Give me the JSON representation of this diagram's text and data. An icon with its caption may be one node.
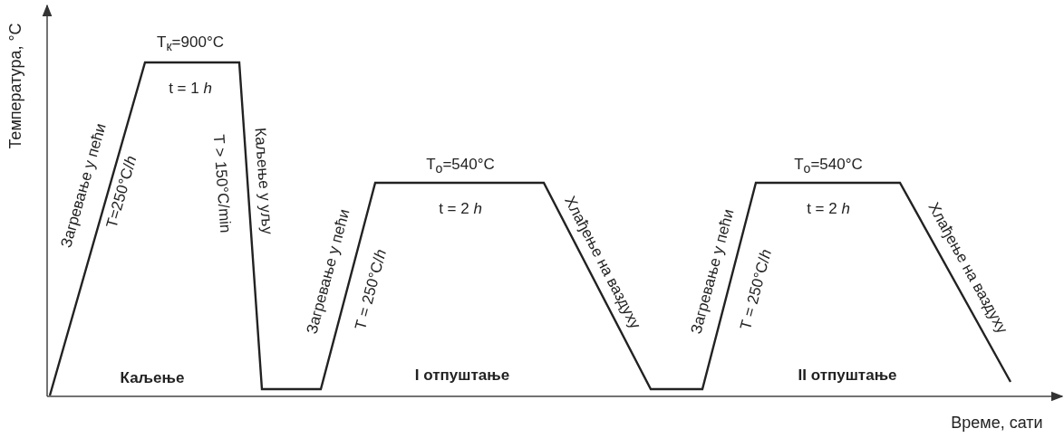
{
  "diagram": {
    "labels": [
      "Температура, °C",
      "T$_{к}$=900°C",
      "t = 1 *h*",
      "Загревање у пећи",
      "T=250°C/*h*",
      "T > 150°C/min",
      "Каљење у уљу",
      "Каљење",
      "Загревање у пећи",
      "T = 250°C/*h*",
      "T$_{о}$=540°C",
      "t = 2 *h*",
      "Хлађење на ваздуху",
      "I отпуштање",
      "Загревање у пећи",
      "T = 250°C/*h*",
      "T$_{о}$=540°C",
      "t = 2 *h*",
      "Хлађење на ваздуху",
      "II отпуштање",
      "Време, сати"
    ]
  }
}
